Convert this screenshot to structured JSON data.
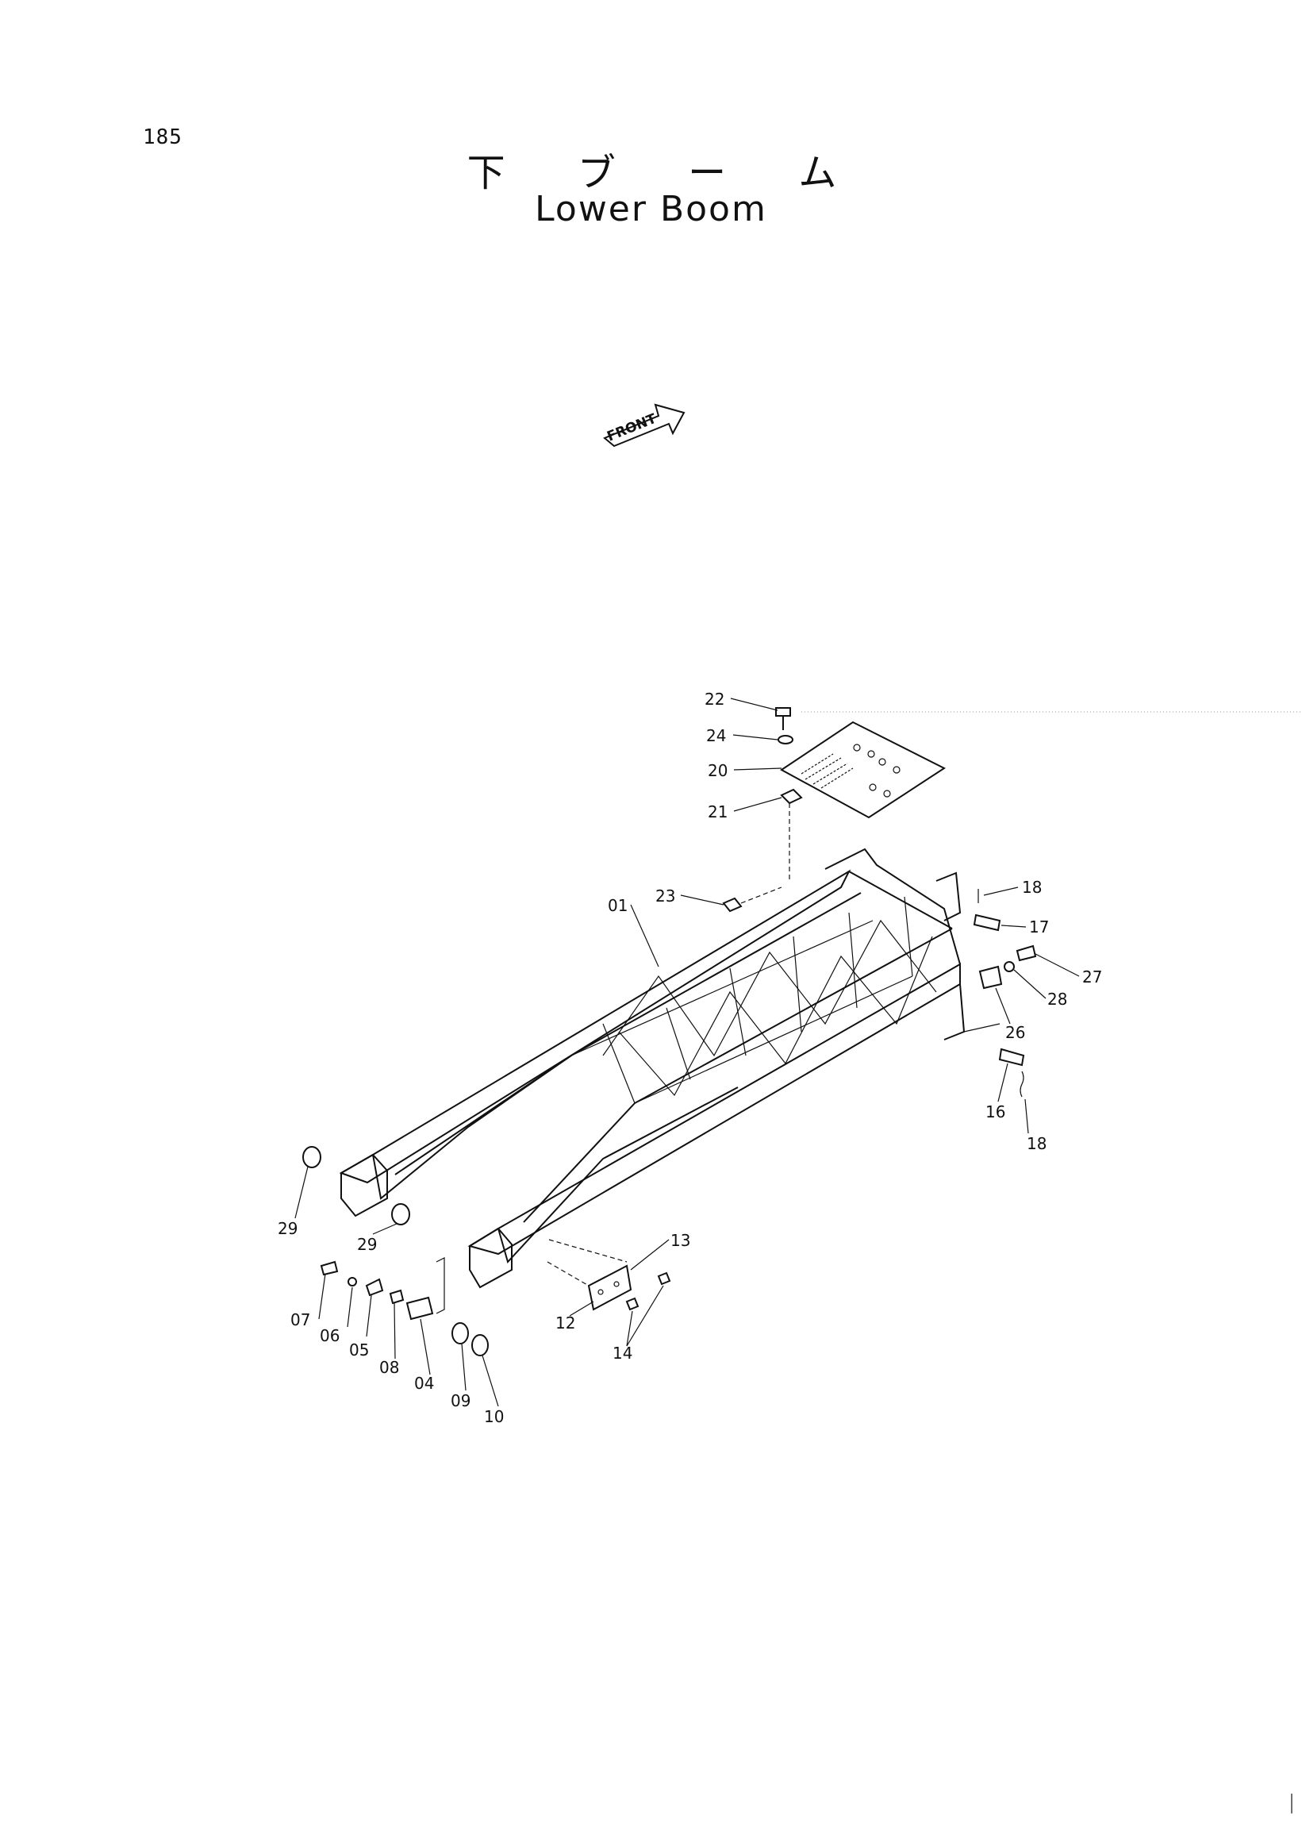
{
  "page_number": "185",
  "title_ja": "下 ブ ー ム",
  "title_en": "Lower Boom",
  "front_label": "FRONT",
  "callouts": {
    "c01": "01",
    "c04": "04",
    "c05": "05",
    "c06": "06",
    "c07": "07",
    "c08": "08",
    "c09": "09",
    "c10": "10",
    "c12": "12",
    "c13": "13",
    "c14": "14",
    "c16": "16",
    "c17": "17",
    "c18a": "18",
    "c18b": "18",
    "c20": "20",
    "c21": "21",
    "c22": "22",
    "c23": "23",
    "c24": "24",
    "c26": "26",
    "c27": "27",
    "c28": "28",
    "c29a": "29",
    "c29b": "29"
  }
}
